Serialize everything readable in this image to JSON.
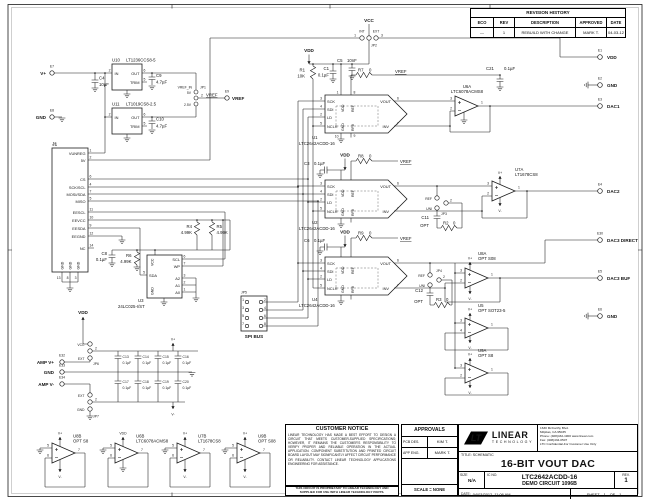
{
  "revision_table": {
    "title": "REVISION HISTORY",
    "headers": [
      "ECO",
      "REV",
      "DESCRIPTION",
      "APPROVED",
      "DATE"
    ],
    "rows": [
      [
        "—",
        "1",
        "REBUILD WITH CHANGE",
        "MARK T.",
        "04-03-12"
      ]
    ]
  },
  "customer_notice": {
    "title": "CUSTOMER NOTICE",
    "body": "LINEAR TECHNOLOGY HAS MADE A BEST EFFORT TO DESIGN A CIRCUIT THAT MEETS CUSTOMER-SUPPLIED SPECIFICATIONS; HOWEVER, IT REMAINS THE CUSTOMER'S RESPONSIBILITY TO VERIFY PROPER AND RELIABLE OPERATION IN THE ACTUAL APPLICATION. COMPONENT SUBSTITUTION AND PRINTED CIRCUIT BOARD LAYOUT MAY SIGNIFICANTLY AFFECT CIRCUIT PERFORMANCE OR RELIABILITY. CONTACT LINEAR TECHNOLOGY APPLICATIONS ENGINEERING FOR ASSISTANCE.",
    "footer": "THIS CIRCUIT IS PROPRIETARY TO LINEAR TECHNOLOGY AND SUPPLIED FOR USE WITH LINEAR TECHNOLOGY PARTS."
  },
  "approvals": {
    "title": "APPROVALS",
    "pcb_des_label": "PCB DES.",
    "pcb_des": "KIM T.",
    "app_eng_label": "APP ENG.",
    "app_eng": "MARK T.",
    "scale": "SCALE = NONE"
  },
  "title_block": {
    "logo_lt": "LT",
    "brand_line1": "LINEAR",
    "brand_line2": "TECHNOLOGY",
    "address_lines": [
      "1630 McCarthy Blvd.",
      "Milpitas, CA 95035",
      "Phone: (408)432-1900   www.linear.com",
      "Fax: (408)434-0507",
      "LTC Confidential-For Customer Use Only"
    ],
    "title_label": "TITLE: SCHEMATIC",
    "title": "16-BIT VOUT DAC",
    "size_label": "SIZE",
    "size": "N/A",
    "ic_label": "IC NO.",
    "ic": "LTC2642ACDD-16",
    "circuit": "DEMO CIRCUIT 1096B",
    "rev_label": "REV.",
    "rev": "1",
    "date_label": "DATE:",
    "date": "04/03/2012, 11:06 AM",
    "sheet_label": "SHEET",
    "sheet_num": "1",
    "of_label": "OF",
    "sheet_total": "1"
  },
  "labels": {
    "vp": "V+",
    "vm": "V-",
    "vdd": "VDD",
    "vcc": "VCC",
    "gnd": "GND",
    "vref": "VREF",
    "vrefin": "VREF_IN",
    "int": "INT",
    "ext": "EXT",
    "ref": "REF",
    "uni": "UNI",
    "opt": "OPT",
    "nc": "NC",
    "v5": "5V",
    "v25": "2.5V",
    "c100n": "0.1µF",
    "c10n": "10nF",
    "c47u": "4.7µF",
    "c10u": "10µF",
    "r0": "0",
    "r10k": "10K",
    "r499k": "4.99K",
    "p1": "1",
    "p2": "2",
    "p3": "3",
    "p4": "4",
    "p5": "5",
    "p6": "6",
    "p7": "7",
    "p8": "8",
    "p9": "9",
    "p10": "10",
    "p11": "11",
    "p12": "12",
    "p13": "13",
    "p14": "14",
    "sck": "SCK",
    "sdi": "SDI",
    "ld": "LD",
    "nclr": "NCLR",
    "vout": "VOUT",
    "inv": "INV",
    "rfb": "RFB",
    "in": "IN",
    "out": "OUT",
    "trim": "TRIM",
    "scl": "SCL",
    "sda": "SDA",
    "wp": "WP",
    "a0": "A0",
    "a1": "A1",
    "a2": "A2",
    "vunreg": "VUNREG",
    "cs": "CS",
    "sckscl": "SCK/SCL",
    "mosisda": "MOSI/SDA",
    "miso": "MISO",
    "eescl": "EESCL",
    "eevcc": "EEVCC",
    "eesda": "EESDA",
    "eegnd": "EEGND",
    "j1": "J1",
    "jp1": "JP1",
    "jp2": "JP2",
    "jp3": "JP3",
    "jp4": "JP4",
    "jp5": "JP5",
    "jp6": "JP6",
    "jp7": "JP7",
    "spibus": "SPI BUS",
    "ampvp": "AMP V+",
    "ampvm": "AMP V-",
    "dac1": "DAC1",
    "dac2": "DAC2",
    "dac3d": "DAC3 DIRECT",
    "dac3b": "DAC3 BUF",
    "u1": "U1",
    "u2": "U2",
    "u3": "U3",
    "u4": "U4",
    "u5": "U5",
    "u10": "U10",
    "u11": "U11",
    "u6a": "U6A",
    "u6b": "U6B",
    "u7a": "U7A",
    "u7b": "U7B",
    "u8a": "U8A",
    "u8b": "U8B",
    "u9a": "U9A",
    "u9b": "U9B",
    "dacpn": "LTC2642ACDD-16",
    "eeprompn": "24LC025-I/ST",
    "u10pn": "LT1236CCS8-5",
    "u11pn": "LT1019CS8-2.5",
    "u6pn": "LTC6078ACMS8",
    "u7pn": "LT1678CS8",
    "opts08": "OPT S08",
    "opts8": "OPT S8",
    "optsot": "OPT SOT23-5",
    "c1": "C1",
    "c3": "C3",
    "c4": "C4",
    "c5": "C5",
    "c6": "C6",
    "c8": "C8",
    "c9": "C9",
    "c10": "C10",
    "c11": "C11",
    "c12": "C12",
    "c13": "C13",
    "c14": "C14",
    "c15": "C15",
    "c16": "C16",
    "c17": "C17",
    "c18": "C18",
    "c19": "C19",
    "c20": "C20",
    "c21": "C21",
    "r1": "R1",
    "r2": "R2",
    "r3": "R3",
    "r4": "R4",
    "r5": "R5",
    "r6": "R6",
    "r7": "R7",
    "r8": "R8",
    "r9": "R9",
    "e1": "E1",
    "e2": "E2",
    "e3": "E3",
    "e4": "E4",
    "e5": "E5",
    "e6": "E6",
    "e7": "E7",
    "e8": "E8",
    "e9": "E9",
    "e30": "E30",
    "e32": "E32",
    "e33": "E33",
    "e34": "E34"
  }
}
